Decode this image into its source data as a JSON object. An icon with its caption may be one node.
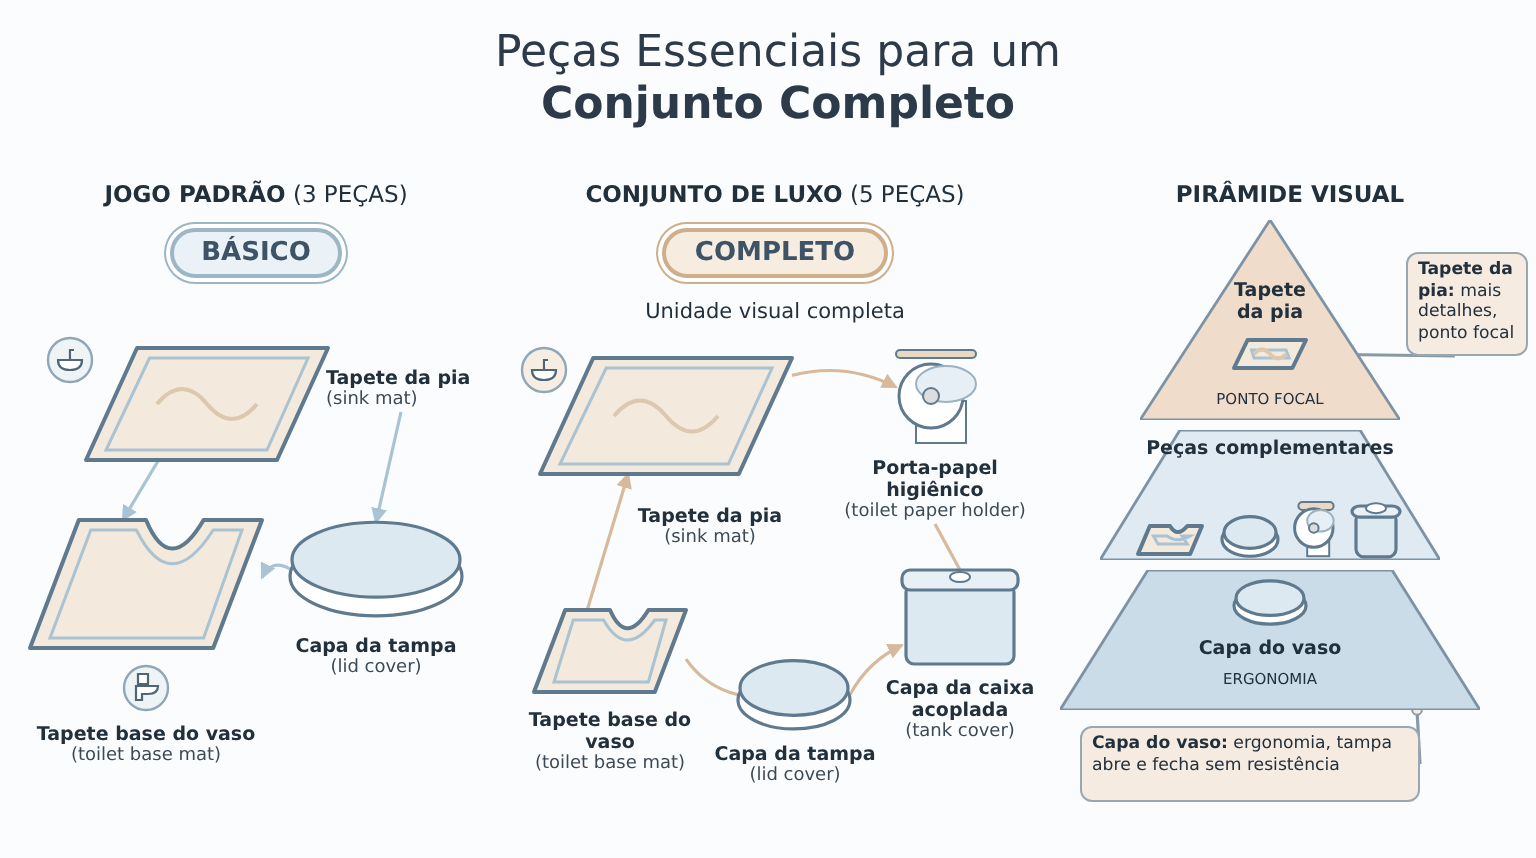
{
  "diagram": {
    "title": "Peças Essenciais para um **Conjunto Completo**",
    "nodes": [
      {
        "text": [
          "Tapete da pia",
          "(sink mat)"
        ]
      },
      {
        "text": [
          "Capa da tampa",
          "(lid cover)"
        ]
      },
      {
        "text": [
          "Tapete base do vaso",
          "(toilet base mat)"
        ]
      },
      {
        "text": [
          "Tapete da pia",
          "(sink mat)"
        ]
      },
      {
        "text": [
          "Porta-papel higiênico",
          "(toilet paper holder)"
        ]
      },
      {
        "text": [
          "Tapete base do vaso",
          "(toilet base mat)"
        ]
      },
      {
        "text": [
          "Capa da tampa",
          "(lid cover)"
        ]
      },
      {
        "text": [
          "Capa da caixa acoplada",
          "(tank cover)"
        ]
      },
      {
        "text": [
          "Tapete da pia",
          "PONTO FOCAL"
        ]
      },
      {
        "text": [
          "Peças complementares"
        ]
      },
      {
        "text": [
          "Capa do vaso",
          "ERGONOMIA"
        ]
      },
      {
        "text": [
          "**Tapete da pia:** mais detalhes, ponto focal"
        ]
      },
      {
        "text": [
          "**Capa do vaso:** ergonomia, tampa abre e fecha sem resistência"
        ]
      }
    ],
    "edges": [
      {
        "from": 0,
        "to": 2,
        "arrow": "to",
        "color": "#a9c3d3"
      },
      {
        "from": 0,
        "to": 1,
        "arrow": "to",
        "color": "#a9c3d3"
      },
      {
        "from": 1,
        "to": 2,
        "arrow": "to",
        "color": "#a9c3d3"
      },
      {
        "from": 5,
        "to": 3,
        "arrow": "to"
      },
      {
        "from": 3,
        "to": 4,
        "arrow": "to"
      },
      {
        "from": 4,
        "to": 7,
        "arrow": "none"
      },
      {
        "from": 5,
        "to": 6,
        "arrow": "none"
      },
      {
        "from": 6,
        "to": 7,
        "arrow": "to"
      },
      {
        "from": 11,
        "to": 8,
        "arrow": "other",
        "color": "#8a99a6"
      },
      {
        "from": 12,
        "to": 10,
        "arrow": "other",
        "color": "#8a99a6"
      }
    ],
    "labels": [
      "**JOGO PADRÃO** (3 PEÇAS)",
      "BÁSICO",
      "**CONJUNTO DE LUXO** (5 PEÇAS)",
      "COMPLETO",
      "Unidade visual completa",
      "PIRÂMIDE VISUAL"
    ]
  }
}
